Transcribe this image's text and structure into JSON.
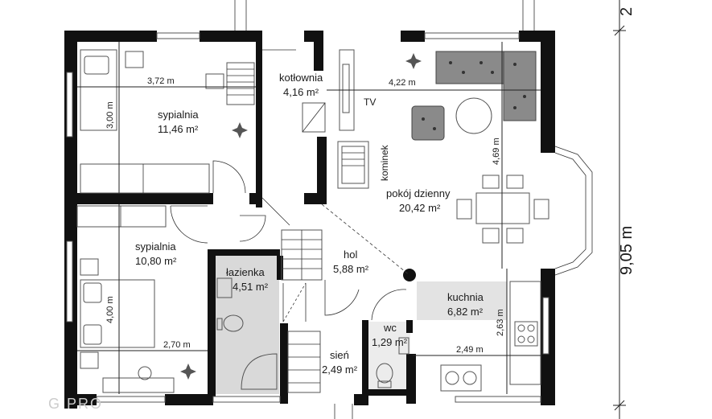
{
  "rooms": {
    "bedroom1": {
      "name": "sypialnia",
      "area": "11,46 m²"
    },
    "bedroom2": {
      "name": "sypialnia",
      "area": "10,80 m²"
    },
    "boiler": {
      "name": "kotłownia",
      "area": "4,16 m²"
    },
    "living": {
      "name": "pokój dzienny",
      "area": "20,42 m²"
    },
    "hall": {
      "name": "hol",
      "area": "5,88 m²"
    },
    "bathroom": {
      "name": "łazienka",
      "area": "4,51 m²"
    },
    "kitchen": {
      "name": "kuchnia",
      "area": "6,82 m²"
    },
    "wc": {
      "name": "wc",
      "area": "1,29 m²"
    },
    "vestibule": {
      "name": "sień",
      "area": "2,49 m²"
    }
  },
  "labels": {
    "tv": "TV",
    "fireplace": "kominek"
  },
  "dimensions": {
    "bedroom1_width": "3,72 m",
    "bedroom1_depth": "3,00 m",
    "bedroom2_width": "2,70 m",
    "bedroom2_depth": "4,00 m",
    "living_width": "4,22 m",
    "living_depth": "4,69 m",
    "kitchen_width": "2,49 m",
    "kitchen_depth": "2,63 m",
    "total_depth": "9,05 m",
    "top_right": "2"
  },
  "watermark": "G PRO"
}
